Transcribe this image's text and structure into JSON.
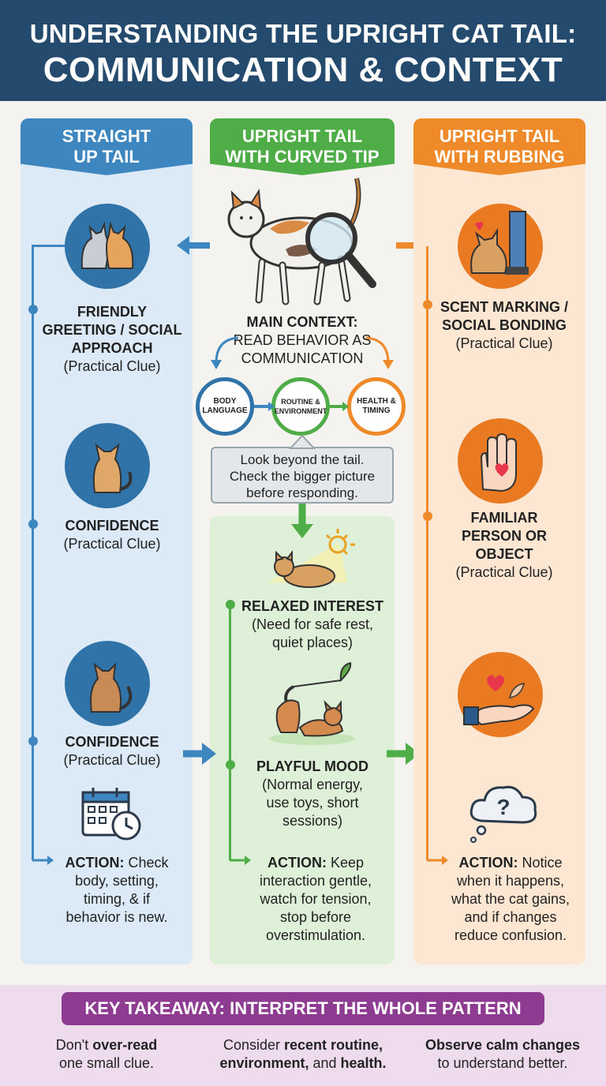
{
  "header": {
    "title_line1": "UNDERSTANDING THE UPRIGHT CAT TAIL:",
    "title_line2": "COMMUNICATION & CONTEXT"
  },
  "left": {
    "head_line1": "STRAIGHT",
    "head_line2": "UP TAIL",
    "item1": {
      "title_line1": "FRIENDLY",
      "title_line2": "GREETING / SOCIAL",
      "title_line3": "APPROACH",
      "sub": "(Practical Clue)"
    },
    "item2": {
      "title": "CONFIDENCE",
      "sub": "(Practical Clue)"
    },
    "item3": {
      "title": "CONFIDENCE",
      "sub": "(Practical Clue)"
    },
    "action": {
      "label": "ACTION:",
      "line1": " Check",
      "line2": "body, setting,",
      "line3": "timing, & if",
      "line4": "behavior is new."
    }
  },
  "middle": {
    "head_line1": "UPRIGHT TAIL",
    "head_line2": "WITH CURVED TIP",
    "context_title": "MAIN CONTEXT:",
    "context_line1": "READ BEHAVIOR AS",
    "context_line2": "COMMUNICATION",
    "c1_line1": "BODY",
    "c1_line2": "LANGUAGE",
    "c2_line1": "ROUTINE &",
    "c2_line2": "ENVIRONMENT",
    "c3_line1": "HEALTH &",
    "c3_line2": "TIMING",
    "note_line1": "Look beyond the tail.",
    "note_line2": "Check the bigger picture",
    "note_line3": "before responding.",
    "item1": {
      "title": "RELAXED INTEREST",
      "line1": "(Need for safe rest,",
      "line2": "quiet places)"
    },
    "item2": {
      "title": "PLAYFUL MOOD",
      "line1": "(Normal energy,",
      "line2": "use toys, short",
      "line3": "sessions)"
    },
    "action": {
      "label": "ACTION:",
      "line1": " Keep",
      "line2": "interaction gentle,",
      "line3": "watch for tension,",
      "line4": "stop before",
      "line5": "overstimulation."
    }
  },
  "right": {
    "head_line1": "UPRIGHT TAIL",
    "head_line2": "WITH RUBBING",
    "item1": {
      "title_line1": "SCENT MARKING /",
      "title_line2": "SOCIAL BONDING",
      "sub": "(Practical Clue)"
    },
    "item2": {
      "title_line1": "FAMILIAR",
      "title_line2": "PERSON OR",
      "title_line3": "OBJECT",
      "sub": "(Practical Clue)"
    },
    "action": {
      "label": "ACTION:",
      "line1": " Notice",
      "line2": "when it happens,",
      "line3": "what the cat gains,",
      "line4": "and if changes",
      "line5": "reduce confusion."
    }
  },
  "footer": {
    "key": "KEY TAKEAWAY: INTERPRET THE WHOLE PATTERN",
    "c1_a": "Don't ",
    "c1_b": "over-read",
    "c1_c": "one small clue.",
    "c2_a": "Consider ",
    "c2_b": "recent routine,",
    "c2_c": "environment,",
    "c2_d": " and ",
    "c2_e": "health.",
    "c3_a": "Observe calm changes",
    "c3_b": "to understand better."
  },
  "colors": {
    "navy": "#244a6e",
    "blue": "#3d86c0",
    "green": "#4fad48",
    "orange": "#ef8a2b",
    "purple": "#8d3c91"
  }
}
